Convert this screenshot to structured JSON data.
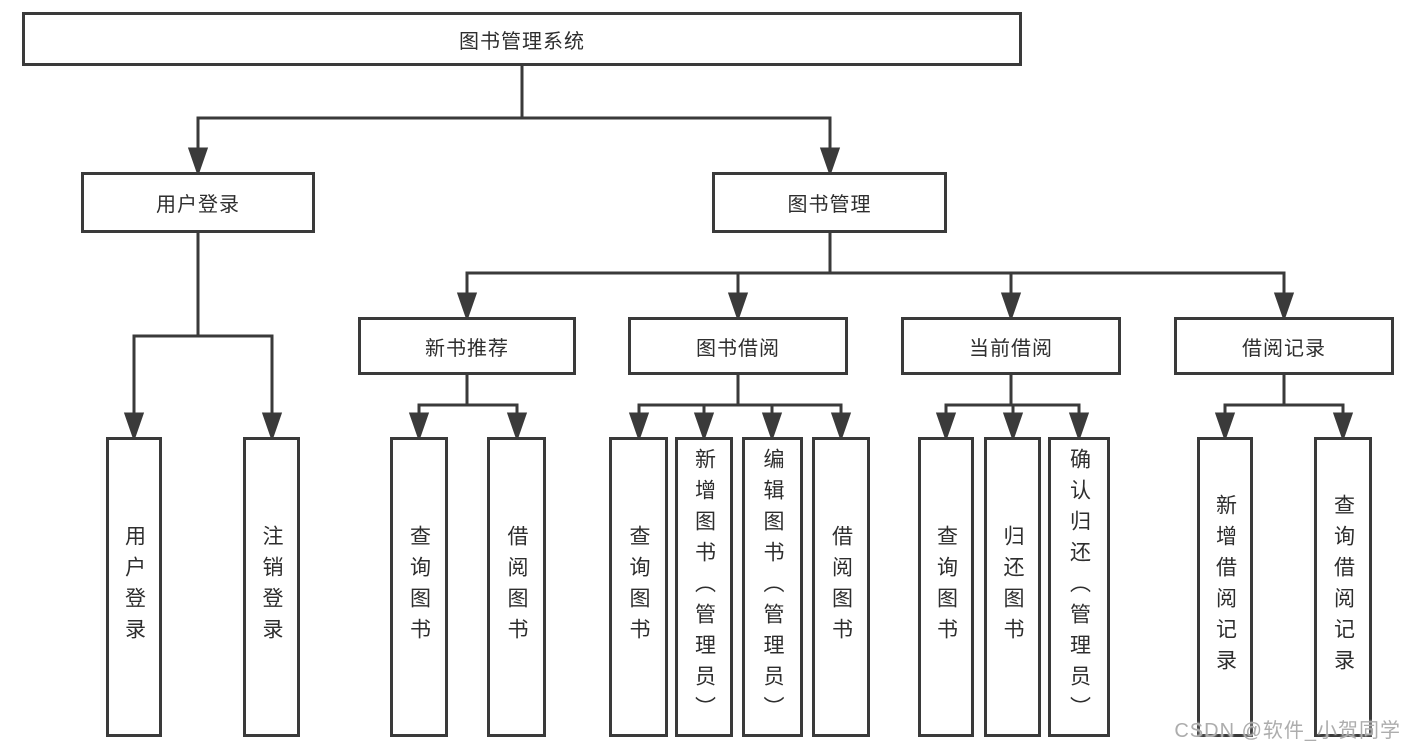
{
  "tree": {
    "root": {
      "label": "图书管理系统",
      "children": [
        {
          "label": "用户登录",
          "children": [
            {
              "label": "用户登录"
            },
            {
              "label": "注销登录"
            }
          ]
        },
        {
          "label": "图书管理",
          "children": [
            {
              "label": "新书推荐",
              "children": [
                {
                  "label": "查询图书"
                },
                {
                  "label": "借阅图书"
                }
              ]
            },
            {
              "label": "图书借阅",
              "children": [
                {
                  "label": "查询图书"
                },
                {
                  "label": "新增图书（管理员）"
                },
                {
                  "label": "编辑图书（管理员）"
                },
                {
                  "label": "借阅图书"
                }
              ]
            },
            {
              "label": "当前借阅",
              "children": [
                {
                  "label": "查询图书"
                },
                {
                  "label": "归还图书"
                },
                {
                  "label": "确认归还（管理员）"
                }
              ]
            },
            {
              "label": "借阅记录",
              "children": [
                {
                  "label": "新增借阅记录"
                },
                {
                  "label": "查询借阅记录"
                }
              ]
            }
          ]
        }
      ]
    }
  },
  "watermark": {
    "text": "CSDN @软件_小贺同学"
  },
  "colors": {
    "line": "#3a3a3a",
    "text": "#2e2e2e",
    "watermark": "#adadad",
    "background": "#ffffff"
  }
}
